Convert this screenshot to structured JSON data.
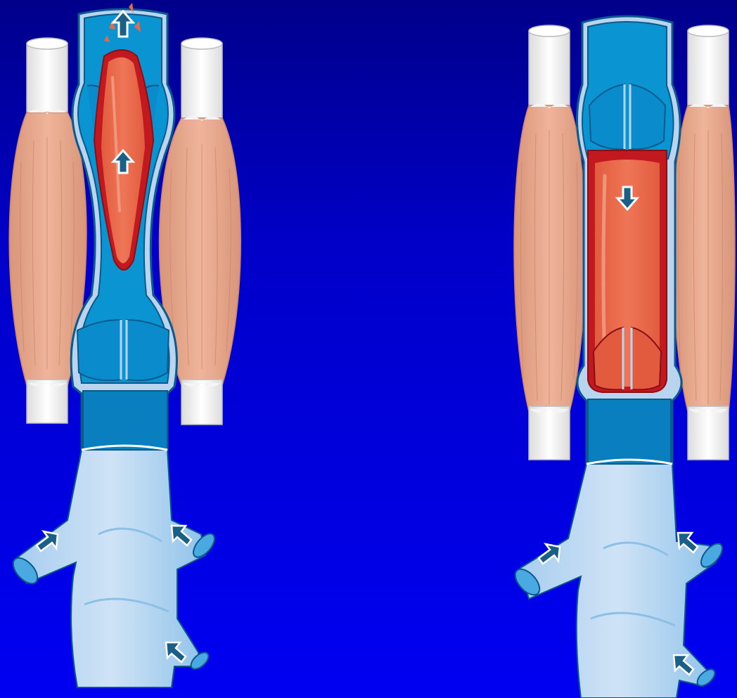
{
  "colors": {
    "bg_top": "#00008a",
    "bg_bottom": "#0000f2",
    "vein_wall": "#b9d4ee",
    "vein_dark": "#0a8ccc",
    "vein_mid": "#0aa0dc",
    "vein_outline": "#0a5a8c",
    "blood": "#e8684a",
    "blood_dark": "#c21820",
    "blood_highlight": "#f3a08a",
    "muscle": "#e8a98c",
    "muscle_line": "#c98469",
    "tendon": "#f4f4f4",
    "tendon_line": "#c9c9c9",
    "lower_vein": "#bcd8f2",
    "lower_vein_shade": "#8cc0e6",
    "arrow": "#1a5f86",
    "arrow_outline": "#ffffff"
  },
  "panels": [
    {
      "id": "muscle-contraction",
      "muscle_state": "contracted",
      "upper_valve": "open",
      "lower_valve": "closed",
      "flow_direction": "up"
    },
    {
      "id": "muscle-relaxation",
      "muscle_state": "relaxed",
      "upper_valve": "closed",
      "lower_valve": "closed",
      "flow_direction": "down"
    }
  ],
  "icons": {
    "flow_arrow": "arrow-icon",
    "tributary_arrow": "arrow-icon"
  }
}
